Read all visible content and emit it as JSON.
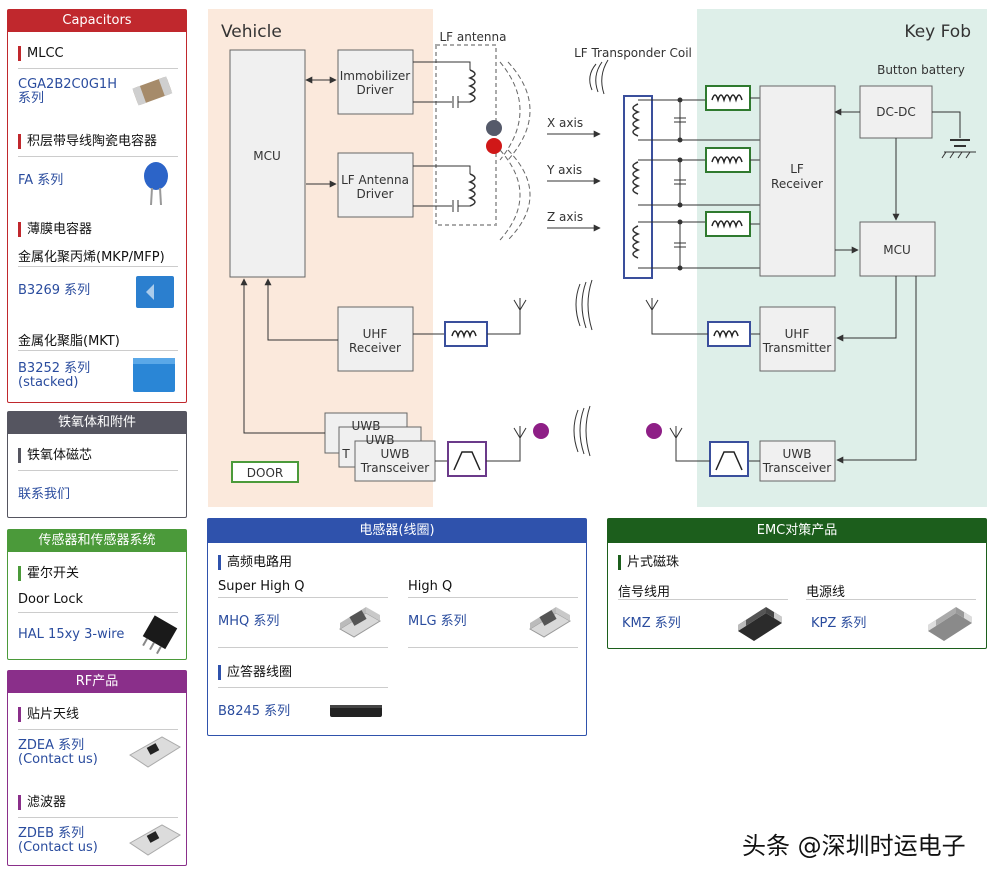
{
  "sidebar": {
    "capacitors": {
      "header": "Capacitors",
      "mlcc": "MLCC",
      "mlcc_link": "CGA2B2C0G1H\n系列",
      "leaded": "积层带导线陶瓷电容器",
      "fa_link": "FA 系列",
      "film": "薄膜电容器",
      "mkp": "金属化聚丙烯(MKP/MFP)",
      "b3269_link": "B3269 系列",
      "mkt": "金属化聚脂(MKT)",
      "b3252_link": "B3252 系列\n(stacked)"
    },
    "ferrite": {
      "header": "铁氧体和附件",
      "core": "铁氧体磁芯",
      "contact": "联系我们"
    },
    "sensors": {
      "header": "传感器和传感器系统",
      "hall": "霍尔开关",
      "doorlock": "Door Lock",
      "hal_link": "HAL 15xy 3-wire"
    },
    "rf": {
      "header": "RF产品",
      "antenna": "贴片天线",
      "zdea_link": "ZDEA 系列\n(Contact us)",
      "filter": "滤波器",
      "zdeb_link": "ZDEB 系列\n(Contact us)"
    }
  },
  "diagram": {
    "vehicle": "Vehicle",
    "keyfob": "Key Fob",
    "lf_antenna": "LF antenna",
    "lf_coil": "LF Transponder Coil",
    "button_battery": "Button battery",
    "mcu_vehicle": "MCU",
    "immobilizer": [
      "Immobilizer",
      "Driver"
    ],
    "lf_driver": [
      "LF Antenna",
      "Driver"
    ],
    "uhf_receiver": [
      "UHF",
      "Receiver"
    ],
    "uwb_vehicle": [
      "UWB",
      "Transceiver"
    ],
    "uwb_stack_1": "UWB",
    "uwb_stack_2": "UWB",
    "uwb_stack_t": "T",
    "door": "DOOR",
    "x_axis": "X axis",
    "y_axis": "Y axis",
    "z_axis": "Z axis",
    "lf_receiver": [
      "LF",
      "Receiver"
    ],
    "dcdc": "DC-DC",
    "mcu_fob": "MCU",
    "uhf_transmitter": [
      "UHF",
      "Transmitter"
    ],
    "uwb_fob": [
      "UWB",
      "Transceiver"
    ]
  },
  "inductors": {
    "header": "电感器(线圈)",
    "hf": "高频电路用",
    "super_high_q": "Super High Q",
    "high_q": "High Q",
    "mhq_link": "MHQ 系列",
    "mlg_link": "MLG 系列",
    "responder": "应答器线圈",
    "b8245_link": "B8245 系列"
  },
  "emc": {
    "header": "EMC对策产品",
    "bead": "片式磁珠",
    "signal": "信号线用",
    "power": "电源线",
    "kmz_link": "KMZ 系列",
    "kpz_link": "KPZ 系列"
  },
  "watermark": "头条 @深圳时运电子",
  "colors": {
    "capacitors": "#c0282d",
    "ferrite": "#555560",
    "sensors": "#4b9a3a",
    "rf": "#8a2f8a",
    "inductors": "#2f52ac",
    "emc": "#1c5e1c",
    "vehicle_bg": "#fbe9dc",
    "keyfob_bg": "#deefe9",
    "inductor_blue": "#3a4f9c",
    "filter_purple": "#6b3a8a",
    "emc_green": "#2f7a2f",
    "uwb_dot": "#8e1f86",
    "led_red": "#d01818",
    "led_gray": "#555a6a"
  }
}
